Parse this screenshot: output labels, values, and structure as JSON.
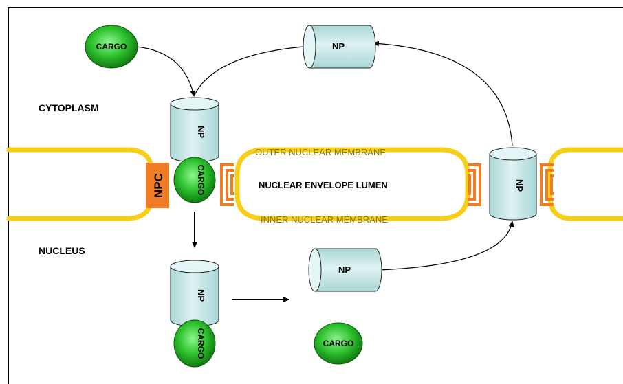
{
  "labels": {
    "cytoplasm": "CYTOPLASM",
    "nucleus": "NUCLEUS",
    "outer_membrane": "OUTER NUCLEAR MEMBRANE",
    "inner_membrane": "INNER NUCLEAR MEMBRANE",
    "lumen": "NUCLEAR ENVELOPE LUMEN",
    "npc": "NPC",
    "np": "NP",
    "cargo": "CARGO"
  },
  "colors": {
    "membrane": "#f5cf1a",
    "npc": "#f07d25",
    "np_body": "#bfe3e3",
    "np_top": "#e3f5f5",
    "cargo": "#1fae1f",
    "cargo_light": "#7ff07f"
  }
}
